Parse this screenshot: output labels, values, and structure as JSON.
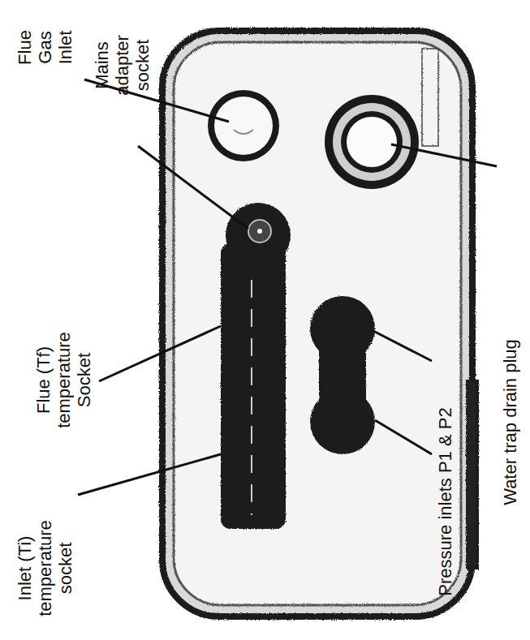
{
  "diagram": {
    "labels": [
      "Flue Gas Inlet",
      "Mains adapter socket",
      "Flue (Tf) temperature Socket",
      "Inlet (Ti) temperature socket",
      "Pressure inlets P1 & P2",
      "Water trap drain plug"
    ]
  }
}
